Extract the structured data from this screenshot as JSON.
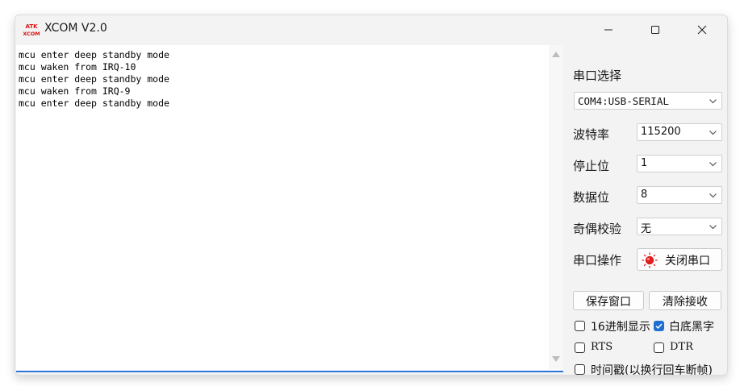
{
  "window": {
    "title": "XCOM V2.0",
    "icon_text_top": "ATK",
    "icon_text_bottom": "XCOM"
  },
  "console": {
    "lines": [
      "mcu enter deep standby mode",
      "mcu waken from IRQ-10",
      "mcu enter deep standby mode",
      "mcu waken from IRQ-9",
      "mcu enter deep standby mode"
    ]
  },
  "panel": {
    "port_select_label": "串口选择",
    "port_value": "COM4:USB-SERIAL",
    "baud_label": "波特率",
    "baud_value": "115200",
    "stop_label": "停止位",
    "stop_value": "1",
    "data_label": "数据位",
    "data_value": "8",
    "parity_label": "奇偶校验",
    "parity_value": "无",
    "operate_label": "串口操作",
    "close_port_button": "关闭串口",
    "save_window_button": "保存窗口",
    "clear_receive_button": "清除接收",
    "hex_display_label": "16进制显示",
    "hex_display_checked": false,
    "white_black_label": "白底黑字",
    "white_black_checked": true,
    "rts_label": "RTS",
    "rts_checked": false,
    "dtr_label": "DTR",
    "dtr_checked": false,
    "timestamp_label": "时间戳(以换行回车断帧)",
    "timestamp_checked": false
  },
  "colors": {
    "accent": "#1f6fd1",
    "console_border": "#2c76d6",
    "status_red": "#e21b1b"
  }
}
